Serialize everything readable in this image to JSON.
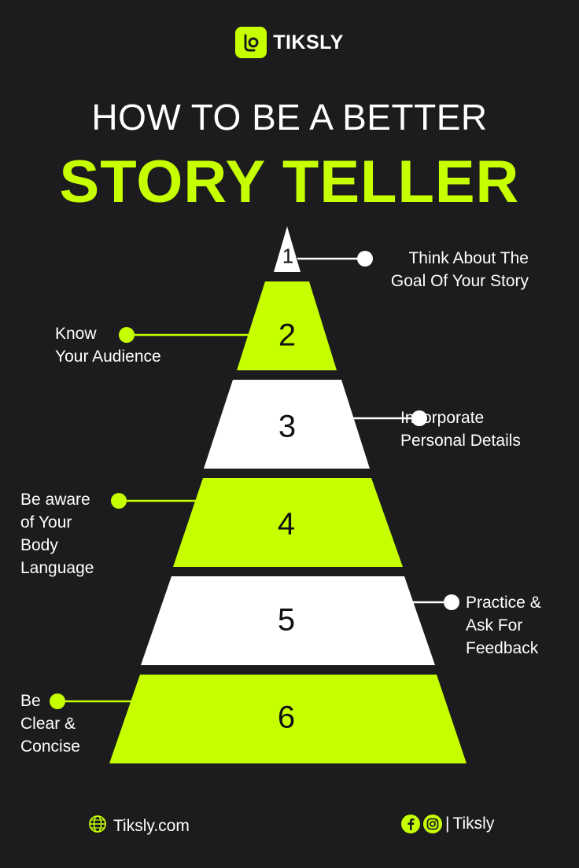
{
  "brand": {
    "name": "TIKSLY",
    "icon": "tiksly-logo-icon"
  },
  "title": {
    "line1": "HOW TO BE A BETTER",
    "line2": "STORY TELLER"
  },
  "colors": {
    "background": "#1c1c1f",
    "accent": "#c6ff00",
    "light": "#ffffff",
    "text_dark": "#111111"
  },
  "tiers": [
    {
      "number": "1",
      "label": "Think About The\nGoal Of Your Story",
      "side": "right",
      "color": "white"
    },
    {
      "number": "2",
      "label": "Know\nYour Audience",
      "side": "left",
      "color": "green"
    },
    {
      "number": "3",
      "label": "Incorporate\nPersonal Details",
      "side": "right",
      "color": "white"
    },
    {
      "number": "4",
      "label": "Be aware\nof Your\nBody\nLanguage",
      "side": "left",
      "color": "green"
    },
    {
      "number": "5",
      "label": "Practice &\nAsk For\nFeedback",
      "side": "right",
      "color": "white"
    },
    {
      "number": "6",
      "label": "Be\nClear &\nConcise",
      "side": "left",
      "color": "green"
    }
  ],
  "footer": {
    "website": "Tiksly.com",
    "website_icon": "globe-icon",
    "social_icons": [
      "facebook-icon",
      "instagram-icon"
    ],
    "social_separator": "|",
    "social_handle": "Tiksly"
  }
}
